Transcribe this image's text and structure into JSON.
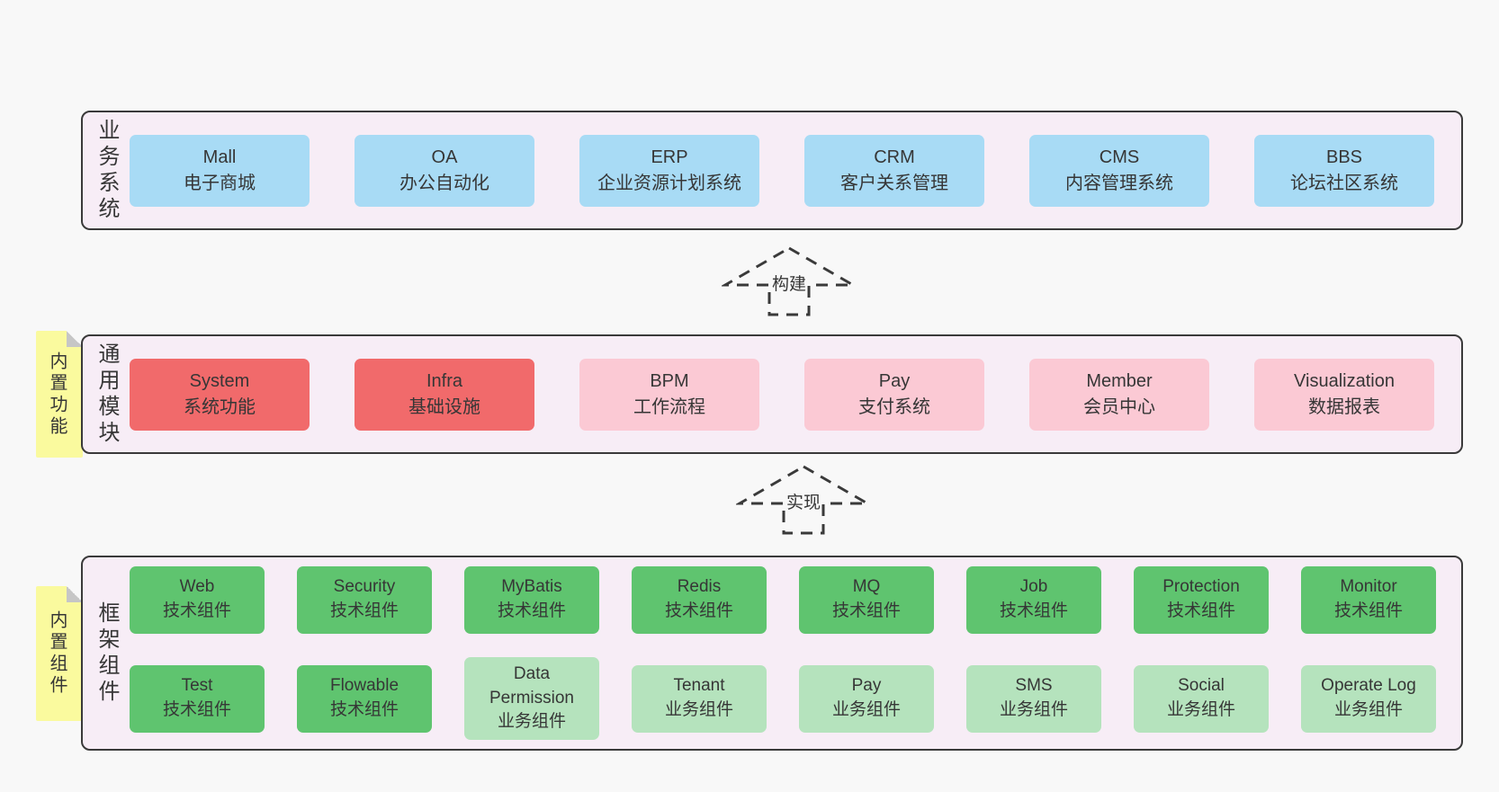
{
  "colors": {
    "page_bg": "#f8f8f8",
    "band_bg": "#f7edf6",
    "band_border": "#3a3a3a",
    "box_blue": "#a8dbf5",
    "box_red": "#f16a6b",
    "box_pink": "#fbc9d4",
    "box_green": "#5fc46f",
    "box_light_green": "#b5e3bd",
    "sticky_yellow": "#fafa9e",
    "text": "#363636"
  },
  "arrows": {
    "build": {
      "label": "构建"
    },
    "implement": {
      "label": "实现"
    }
  },
  "bands": {
    "business": {
      "label": "业务系统",
      "boxes": [
        {
          "name": "Mall",
          "desc": "电子商城"
        },
        {
          "name": "OA",
          "desc": "办公自动化"
        },
        {
          "name": "ERP",
          "desc": "企业资源计划系统"
        },
        {
          "name": "CRM",
          "desc": "客户关系管理"
        },
        {
          "name": "CMS",
          "desc": "内容管理系统"
        },
        {
          "name": "BBS",
          "desc": "论坛社区系统"
        }
      ]
    },
    "modules": {
      "label": "通用模块",
      "sticky": "内置功能",
      "boxes": [
        {
          "name": "System",
          "desc": "系统功能"
        },
        {
          "name": "Infra",
          "desc": "基础设施"
        },
        {
          "name": "BPM",
          "desc": "工作流程"
        },
        {
          "name": "Pay",
          "desc": "支付系统"
        },
        {
          "name": "Member",
          "desc": "会员中心"
        },
        {
          "name": "Visualization",
          "desc": "数据报表"
        }
      ]
    },
    "framework": {
      "label": "框架组件",
      "sticky": "内置组件",
      "row1": [
        {
          "name": "Web",
          "desc": "技术组件"
        },
        {
          "name": "Security",
          "desc": "技术组件"
        },
        {
          "name": "MyBatis",
          "desc": "技术组件"
        },
        {
          "name": "Redis",
          "desc": "技术组件"
        },
        {
          "name": "MQ",
          "desc": "技术组件"
        },
        {
          "name": "Job",
          "desc": "技术组件"
        },
        {
          "name": "Protection",
          "desc": "技术组件"
        },
        {
          "name": "Monitor",
          "desc": "技术组件"
        }
      ],
      "row2": [
        {
          "name": "Test",
          "desc": "技术组件"
        },
        {
          "name": "Flowable",
          "desc": "技术组件"
        },
        {
          "name": "Data Permission",
          "desc": "业务组件"
        },
        {
          "name": "Tenant",
          "desc": "业务组件"
        },
        {
          "name": "Pay",
          "desc": "业务组件"
        },
        {
          "name": "SMS",
          "desc": "业务组件"
        },
        {
          "name": "Social",
          "desc": "业务组件"
        },
        {
          "name": "Operate Log",
          "desc": "业务组件"
        }
      ]
    }
  }
}
